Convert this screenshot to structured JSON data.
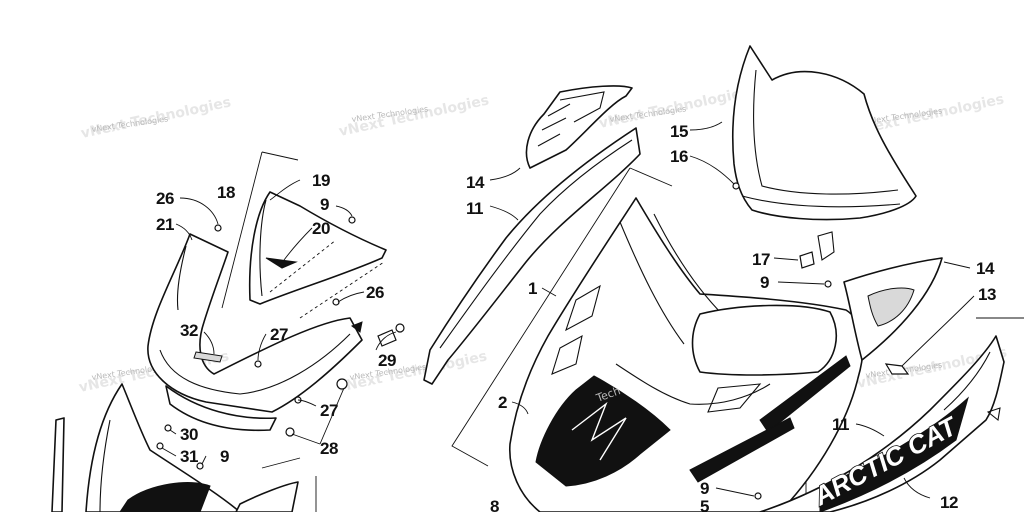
{
  "watermark": {
    "text": "vNext Technologies",
    "hood_text": "Tech"
  },
  "brand_decal": "ARCTIC CAT",
  "callouts": [
    "26",
    "18",
    "19",
    "9",
    "21",
    "20",
    "26",
    "32",
    "27",
    "29",
    "27",
    "30",
    "31",
    "9",
    "28",
    "14",
    "11",
    "1",
    "2",
    "8",
    "15",
    "16",
    "17",
    "9",
    "14",
    "13",
    "11",
    "9",
    "5",
    "12"
  ],
  "colors": {
    "line": "#111111",
    "watermark": "#b9b9b9",
    "decal_fill": "#111111",
    "shade": "#d9d9d9"
  }
}
